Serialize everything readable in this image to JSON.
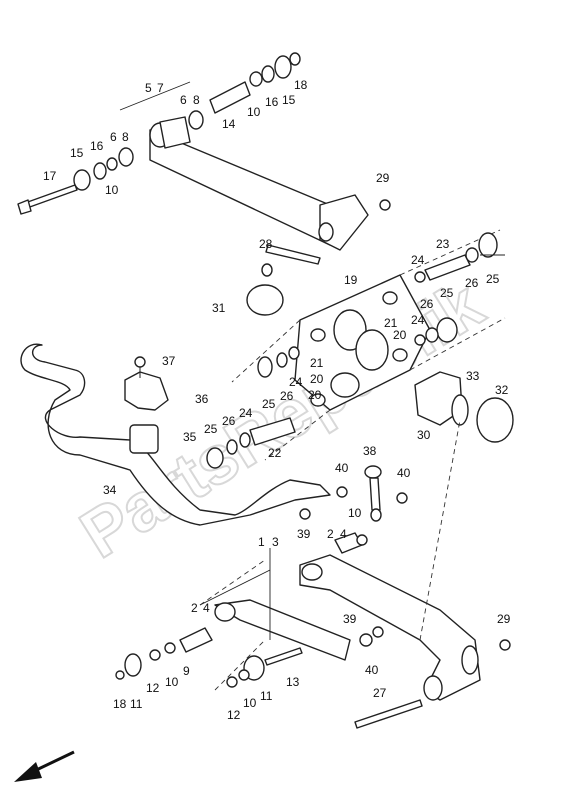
{
  "watermark": "PartsRepublik",
  "labels": {
    "c1": "1",
    "c2": "2",
    "c3": "3",
    "c4": "4",
    "c5": "5",
    "c6": "6",
    "c7": "7",
    "c8": "8",
    "c9": "9",
    "c10": "10",
    "c11": "11",
    "c12": "12",
    "c13": "13",
    "c14": "14",
    "c15": "15",
    "c16": "16",
    "c17": "17",
    "c18": "18",
    "c19": "19",
    "c20": "20",
    "c21": "21",
    "c22": "22",
    "c23": "23",
    "c24": "24",
    "c25": "25",
    "c26": "26",
    "c27": "27",
    "c28": "28",
    "c29": "29",
    "c30": "30",
    "c31": "31",
    "c32": "32",
    "c33": "33",
    "c34": "34",
    "c35": "35",
    "c36": "36",
    "c37": "37",
    "c38": "38",
    "c39": "39",
    "c40": "40"
  }
}
